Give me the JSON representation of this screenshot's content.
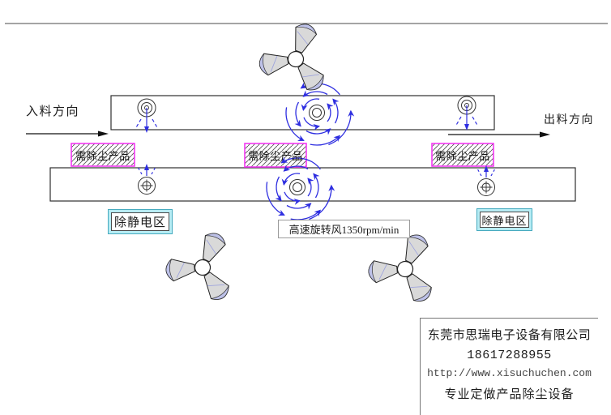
{
  "diagram": {
    "flow_in": "入料方向",
    "flow_out": "出料方向",
    "product_boxes": [
      {
        "label": "需除尘产品"
      },
      {
        "label": "需除尘产品"
      },
      {
        "label": "需除尘产品"
      }
    ],
    "zones": [
      {
        "label": "除静电区"
      },
      {
        "label": "除静电区"
      }
    ],
    "fan_speed_label": "高速旋转风1350rpm/min"
  },
  "company": {
    "name": "东莞市思瑞电子设备有限公司",
    "phone": "18617288955",
    "website": "http://www.xisuchuchen.com",
    "tagline": "专业定做产品除尘设备"
  },
  "icons": {
    "fan-icon": "three-blade rotating fan",
    "airflow-swirl-icon": "rotating airflow arrows",
    "ion-nozzle-icon": "ion nozzle blowing down",
    "static-eliminator-icon": "static eliminator point"
  },
  "colors": {
    "airflow_blue": "#2e2ee0",
    "product_box_magenta": "#f439f4",
    "zone_fill_cyan": "#b7ecf4",
    "blade_gray": "#d9d9d9",
    "blade_tip_lavender": "#bdc1e8"
  }
}
